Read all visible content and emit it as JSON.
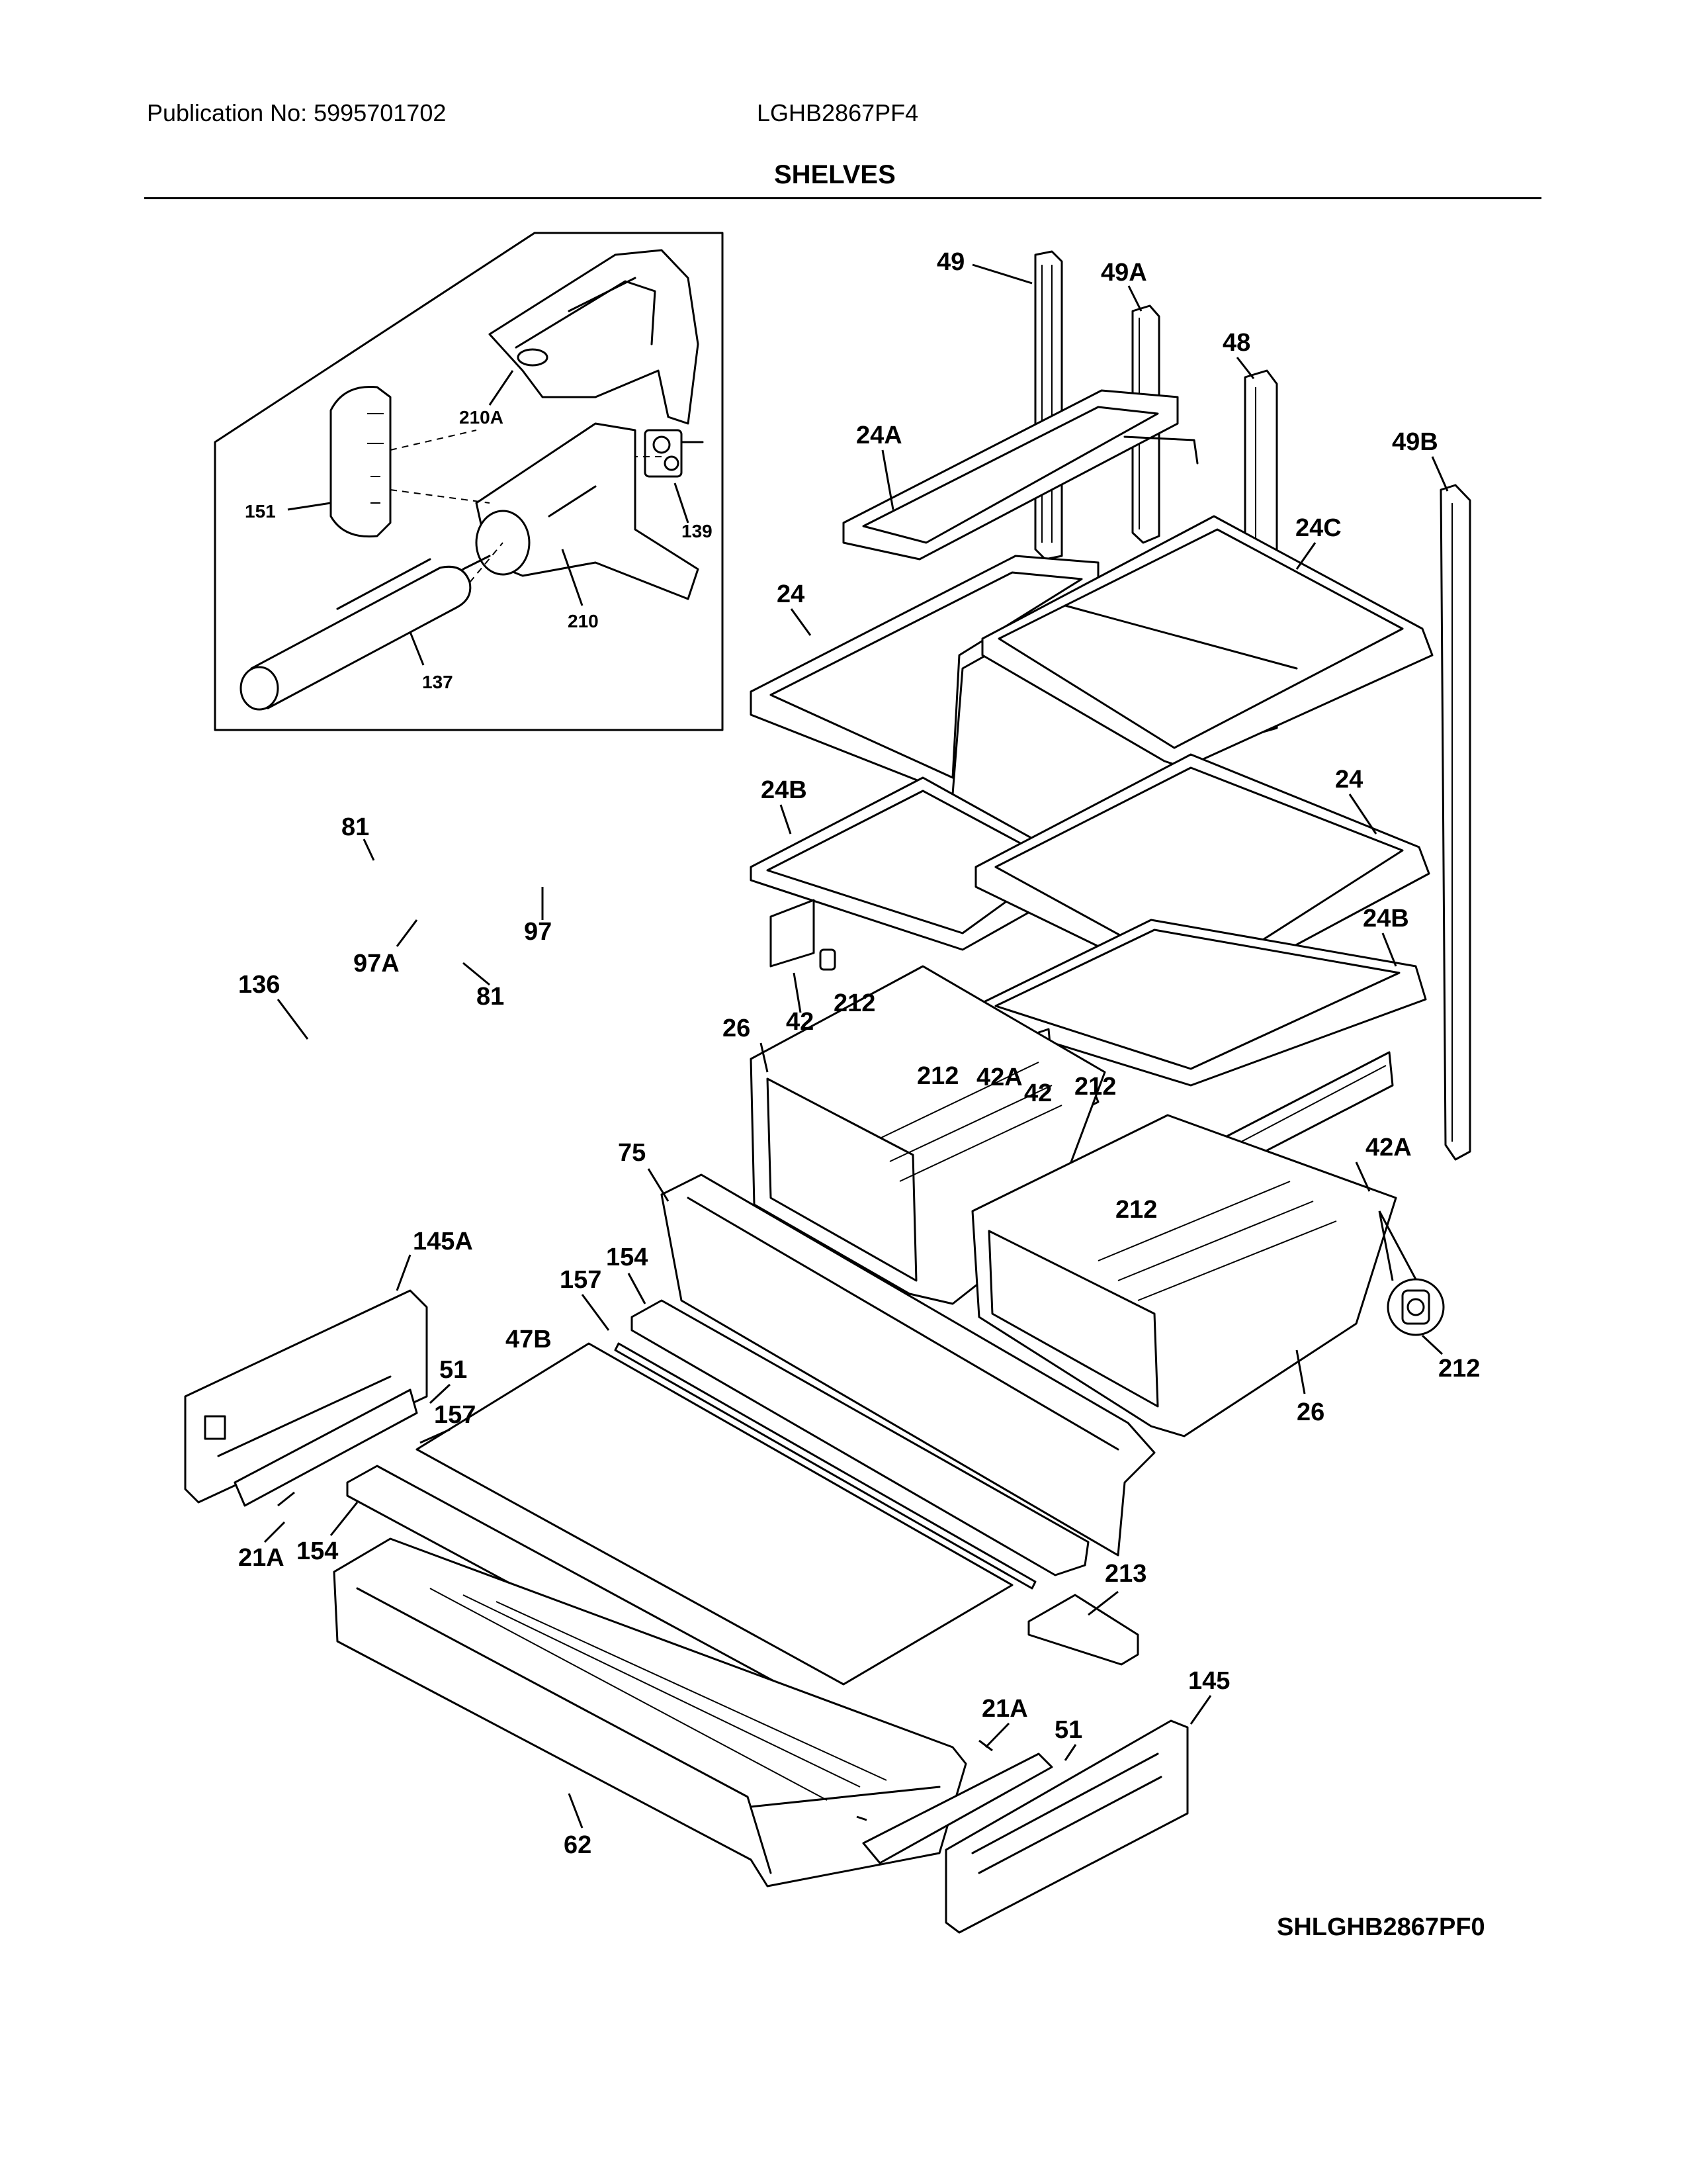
{
  "header": {
    "publication": "Publication No: 5995701702",
    "model": "LGHB2867PF4",
    "section_title": "SHELVES"
  },
  "diagram_code": "SHLGHB2867PF0",
  "part_labels": [
    "49",
    "49A",
    "48",
    "49B",
    "24A",
    "24C",
    "24",
    "24B",
    "24",
    "24B",
    "210A",
    "151",
    "139",
    "210",
    "137",
    "81",
    "97",
    "97A",
    "81",
    "136",
    "42",
    "212",
    "26",
    "212",
    "42A",
    "42",
    "212",
    "42A",
    "212",
    "75",
    "154",
    "145A",
    "157",
    "47B",
    "51",
    "157",
    "21A",
    "154",
    "26",
    "212",
    "213",
    "21A",
    "51",
    "145",
    "62"
  ]
}
